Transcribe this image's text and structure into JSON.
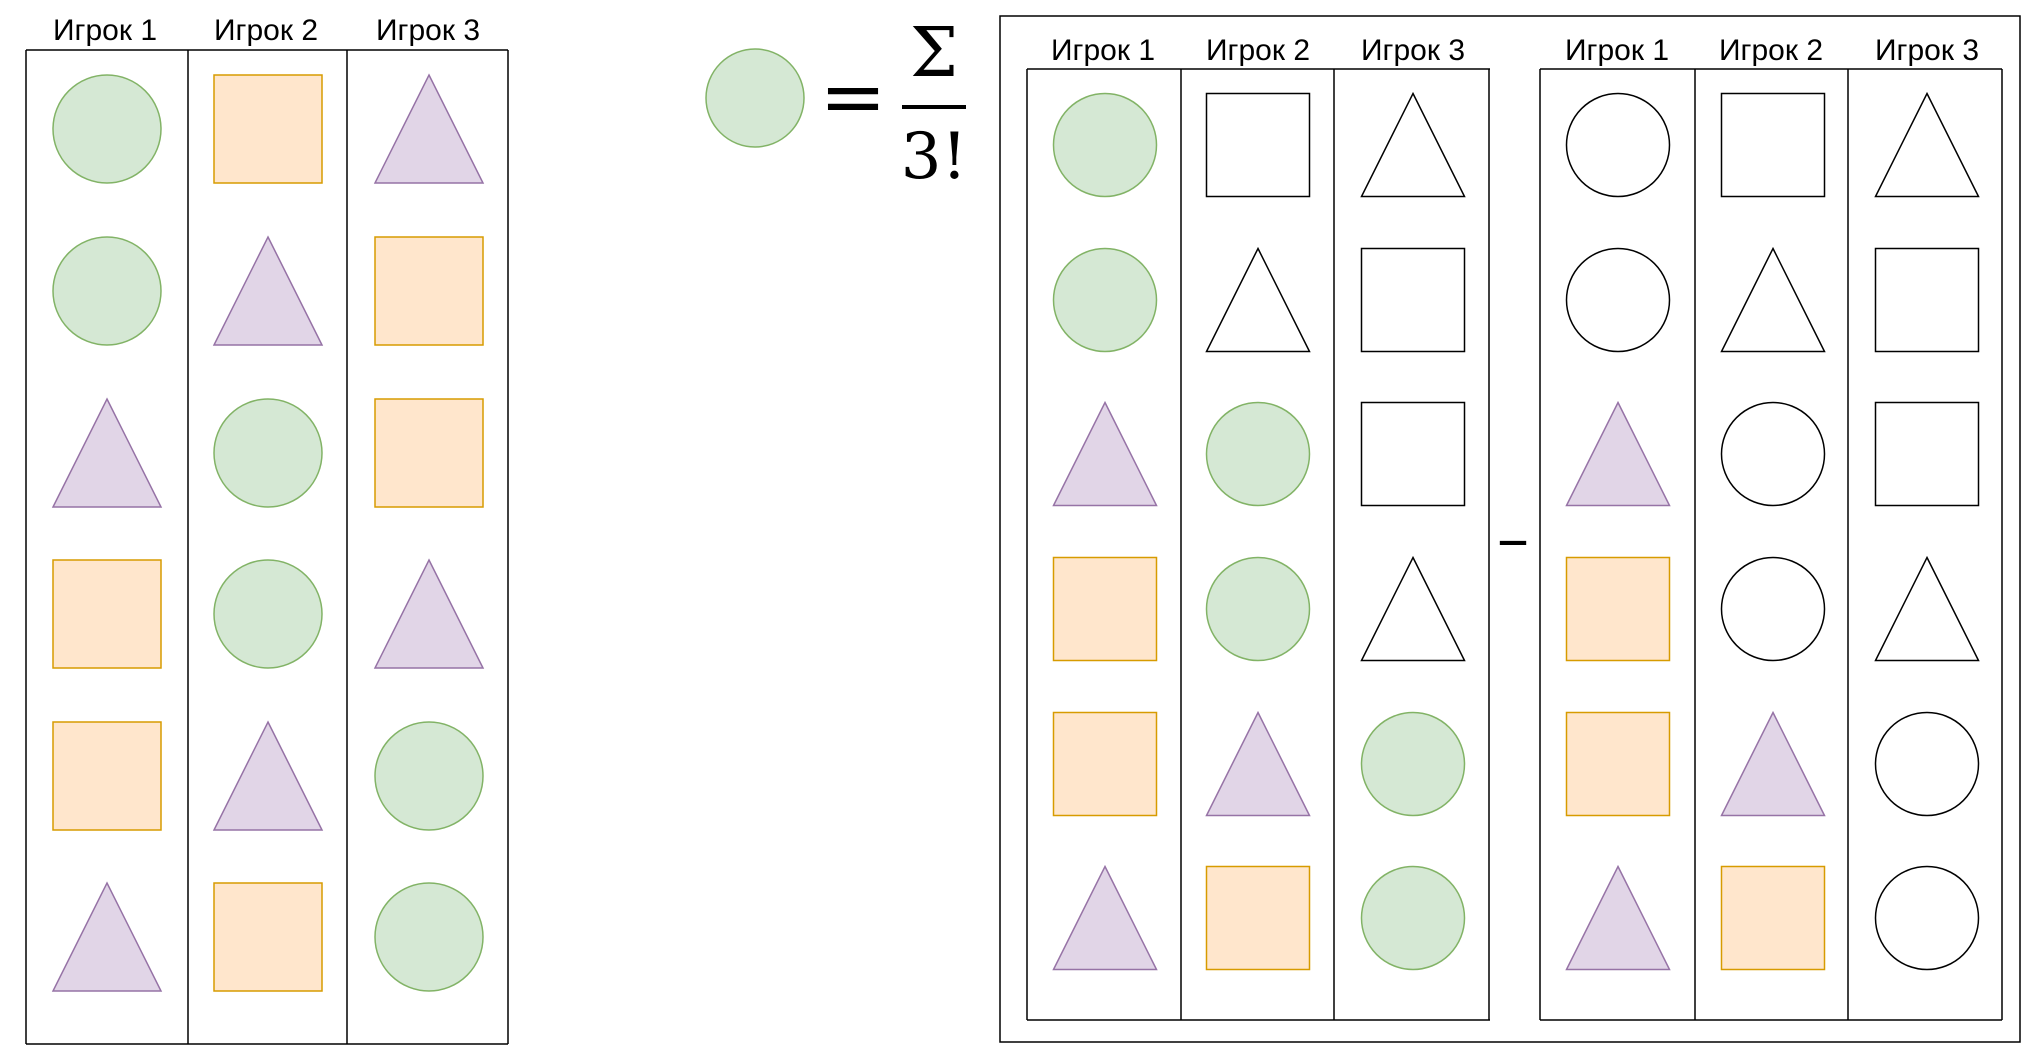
{
  "players": [
    "Игрок 1",
    "Игрок 2",
    "Игрок 3"
  ],
  "formula": {
    "equals": "=",
    "numerator": "Σ",
    "denominator": "3!",
    "minus": "–"
  },
  "colors": {
    "circle_fill": "#d5e8d4",
    "circle_stroke": "#82b366",
    "square_fill": "#ffe6cc",
    "square_stroke": "#d79b00",
    "triangle_fill": "#e1d5e7",
    "triangle_stroke": "#9673a6",
    "empty_fill": "#ffffff",
    "empty_stroke": "#000000"
  },
  "main_table": {
    "rows": [
      [
        "circle",
        "square",
        "triangle"
      ],
      [
        "circle",
        "triangle",
        "square"
      ],
      [
        "triangle",
        "circle",
        "square"
      ],
      [
        "square",
        "circle",
        "triangle"
      ],
      [
        "square",
        "triangle",
        "circle"
      ],
      [
        "triangle",
        "square",
        "circle"
      ]
    ]
  },
  "left_table": {
    "rows": [
      [
        {
          "shape": "circle",
          "filled": true
        },
        {
          "shape": "square",
          "filled": false
        },
        {
          "shape": "triangle",
          "filled": false
        }
      ],
      [
        {
          "shape": "circle",
          "filled": true
        },
        {
          "shape": "triangle",
          "filled": false
        },
        {
          "shape": "square",
          "filled": false
        }
      ],
      [
        {
          "shape": "triangle",
          "filled": true
        },
        {
          "shape": "circle",
          "filled": true
        },
        {
          "shape": "square",
          "filled": false
        }
      ],
      [
        {
          "shape": "square",
          "filled": true
        },
        {
          "shape": "circle",
          "filled": true
        },
        {
          "shape": "triangle",
          "filled": false
        }
      ],
      [
        {
          "shape": "square",
          "filled": true
        },
        {
          "shape": "triangle",
          "filled": true
        },
        {
          "shape": "circle",
          "filled": true
        }
      ],
      [
        {
          "shape": "triangle",
          "filled": true
        },
        {
          "shape": "square",
          "filled": true
        },
        {
          "shape": "circle",
          "filled": true
        }
      ]
    ]
  },
  "right_table": {
    "rows": [
      [
        {
          "shape": "circle",
          "filled": false
        },
        {
          "shape": "square",
          "filled": false
        },
        {
          "shape": "triangle",
          "filled": false
        }
      ],
      [
        {
          "shape": "circle",
          "filled": false
        },
        {
          "shape": "triangle",
          "filled": false
        },
        {
          "shape": "square",
          "filled": false
        }
      ],
      [
        {
          "shape": "triangle",
          "filled": true
        },
        {
          "shape": "circle",
          "filled": false
        },
        {
          "shape": "square",
          "filled": false
        }
      ],
      [
        {
          "shape": "square",
          "filled": true
        },
        {
          "shape": "circle",
          "filled": false
        },
        {
          "shape": "triangle",
          "filled": false
        }
      ],
      [
        {
          "shape": "square",
          "filled": true
        },
        {
          "shape": "triangle",
          "filled": true
        },
        {
          "shape": "circle",
          "filled": false
        }
      ],
      [
        {
          "shape": "triangle",
          "filled": true
        },
        {
          "shape": "square",
          "filled": true
        },
        {
          "shape": "circle",
          "filled": false
        }
      ]
    ]
  }
}
